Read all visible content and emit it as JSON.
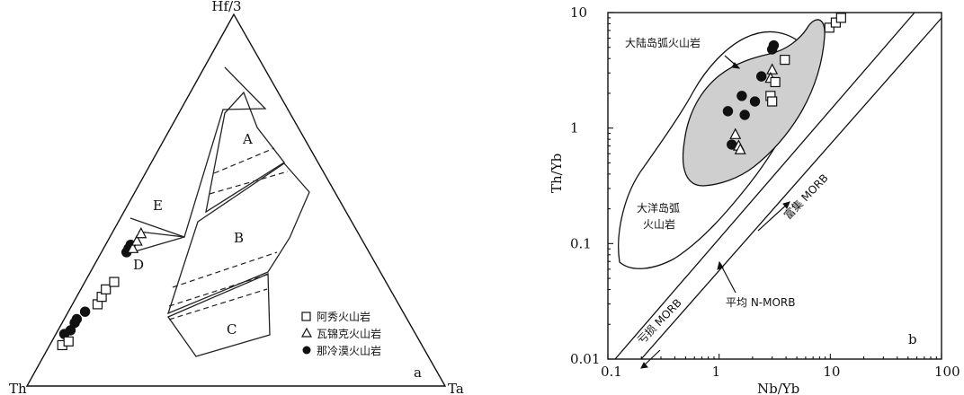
{
  "chart_data": [
    {
      "type": "ternary",
      "panel_label": "a",
      "apex_labels": {
        "top": "Hf/3",
        "left": "Th",
        "right": "Ta"
      },
      "field_labels": {
        "A": "A",
        "B": "B",
        "C": "C",
        "D": "D",
        "E": "E"
      },
      "legend": [
        {
          "symbol": "square",
          "label": "阿秀火山岩"
        },
        {
          "symbol": "triangle",
          "label": "瓦锦克火山岩"
        },
        {
          "symbol": "circle",
          "label": "那冷漠火山岩"
        }
      ],
      "points": [
        {
          "symbol": "circle",
          "hf3": 0.14,
          "th": 0.84,
          "ta": 0.02
        },
        {
          "symbol": "circle",
          "hf3": 0.15,
          "th": 0.82,
          "ta": 0.03
        },
        {
          "symbol": "circle",
          "hf3": 0.17,
          "th": 0.8,
          "ta": 0.03
        },
        {
          "symbol": "circle",
          "hf3": 0.18,
          "th": 0.79,
          "ta": 0.03
        },
        {
          "symbol": "circle",
          "hf3": 0.2,
          "th": 0.76,
          "ta": 0.04
        },
        {
          "symbol": "circle",
          "hf3": 0.36,
          "th": 0.58,
          "ta": 0.06
        },
        {
          "symbol": "circle",
          "hf3": 0.37,
          "th": 0.57,
          "ta": 0.06
        },
        {
          "symbol": "circle",
          "hf3": 0.38,
          "th": 0.56,
          "ta": 0.06
        },
        {
          "symbol": "triangle",
          "hf3": 0.37,
          "th": 0.56,
          "ta": 0.07
        },
        {
          "symbol": "triangle",
          "hf3": 0.39,
          "th": 0.54,
          "ta": 0.07
        },
        {
          "symbol": "triangle",
          "hf3": 0.41,
          "th": 0.52,
          "ta": 0.07
        },
        {
          "symbol": "square",
          "hf3": 0.11,
          "th": 0.86,
          "ta": 0.03
        },
        {
          "symbol": "square",
          "hf3": 0.12,
          "th": 0.84,
          "ta": 0.04
        },
        {
          "symbol": "square",
          "hf3": 0.22,
          "th": 0.72,
          "ta": 0.06
        },
        {
          "symbol": "square",
          "hf3": 0.24,
          "th": 0.7,
          "ta": 0.06
        },
        {
          "symbol": "square",
          "hf3": 0.26,
          "th": 0.68,
          "ta": 0.06
        },
        {
          "symbol": "square",
          "hf3": 0.28,
          "th": 0.65,
          "ta": 0.07
        }
      ]
    },
    {
      "type": "scatter",
      "panel_label": "b",
      "xlabel": "Nb/Yb",
      "ylabel": "Th/Yb",
      "xscale": "log",
      "yscale": "log",
      "xlim": [
        0.1,
        100
      ],
      "ylim": [
        0.01,
        10
      ],
      "x_ticks": [
        {
          "value": 0.1,
          "label": "0.1"
        },
        {
          "value": 1,
          "label": "1"
        },
        {
          "value": 10,
          "label": "10"
        },
        {
          "value": 100,
          "label": "100"
        }
      ],
      "y_ticks": [
        {
          "value": 0.01,
          "label": "0.01"
        },
        {
          "value": 0.1,
          "label": "0.1"
        },
        {
          "value": 1,
          "label": "1"
        },
        {
          "value": 10,
          "label": "10"
        }
      ],
      "field_labels": {
        "continental_arc": "大陆岛弧火山岩",
        "oceanic_arc_line1": "大洋岛弧",
        "oceanic_arc_line2": "火山岩",
        "enriched_morb": "富集 MORB",
        "depleted_morb": "亏损 MORB",
        "average_nmorb": "平均 N-MORB"
      },
      "series": [
        {
          "symbol": "circle",
          "points": [
            {
              "x": 3.1,
              "y": 5.2
            },
            {
              "x": 3.0,
              "y": 4.8
            },
            {
              "x": 2.4,
              "y": 2.8
            },
            {
              "x": 1.6,
              "y": 1.9
            },
            {
              "x": 2.1,
              "y": 1.7
            },
            {
              "x": 1.2,
              "y": 1.4
            },
            {
              "x": 1.7,
              "y": 1.3
            },
            {
              "x": 1.3,
              "y": 0.72
            }
          ]
        },
        {
          "symbol": "triangle",
          "points": [
            {
              "x": 3.0,
              "y": 3.2
            },
            {
              "x": 2.9,
              "y": 2.7
            },
            {
              "x": 1.4,
              "y": 0.88
            },
            {
              "x": 1.5,
              "y": 0.7
            },
            {
              "x": 1.55,
              "y": 0.65
            }
          ]
        },
        {
          "symbol": "square",
          "points": [
            {
              "x": 9.8,
              "y": 7.4
            },
            {
              "x": 11.2,
              "y": 8.2
            },
            {
              "x": 12.5,
              "y": 9.0
            },
            {
              "x": 3.9,
              "y": 3.9
            },
            {
              "x": 3.2,
              "y": 2.5
            },
            {
              "x": 2.9,
              "y": 1.9
            },
            {
              "x": 3.0,
              "y": 1.7
            }
          ]
        }
      ]
    }
  ]
}
